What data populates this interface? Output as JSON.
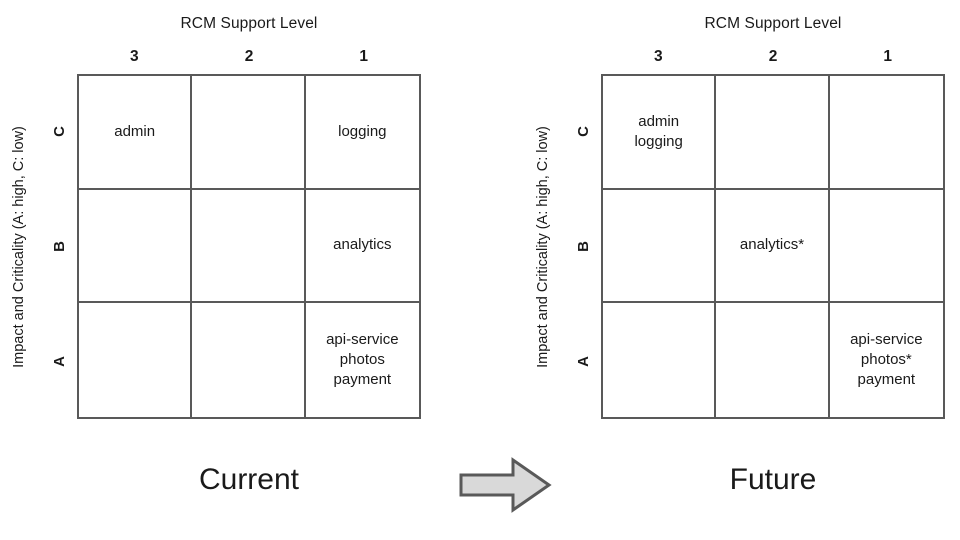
{
  "diagram": {
    "column_axis_title": "RCM Support Level",
    "row_axis_title": "Impact and Criticality (A: high, C: low)",
    "column_headers": [
      "3",
      "2",
      "1"
    ],
    "row_labels": [
      "C",
      "B",
      "A"
    ],
    "arrow_icon": "right-block-arrow-icon",
    "colors": {
      "grid_line": "#595959",
      "arrow_fill": "#d9d9d9",
      "arrow_stroke": "#595959",
      "text": "#1a1a1a",
      "background": "#ffffff"
    }
  },
  "chart_data": {
    "type": "table",
    "title": "RCM Support Level vs Impact and Criticality — Current and Future state matrices",
    "xlabel": "RCM Support Level",
    "ylabel": "Impact and Criticality (A: high, C: low)",
    "x": [
      "3",
      "2",
      "1"
    ],
    "y": [
      "C",
      "B",
      "A"
    ],
    "panels": [
      {
        "caption": "Current",
        "cells": [
          [
            "admin",
            "",
            "logging"
          ],
          [
            "",
            "",
            "analytics"
          ],
          [
            "",
            "",
            "api-service\nphotos\npayment"
          ]
        ]
      },
      {
        "caption": "Future",
        "cells": [
          [
            "admin\nlogging",
            "",
            ""
          ],
          [
            "",
            "analytics*",
            ""
          ],
          [
            "",
            "",
            "api-service\nphotos*\npayment"
          ]
        ]
      }
    ]
  }
}
